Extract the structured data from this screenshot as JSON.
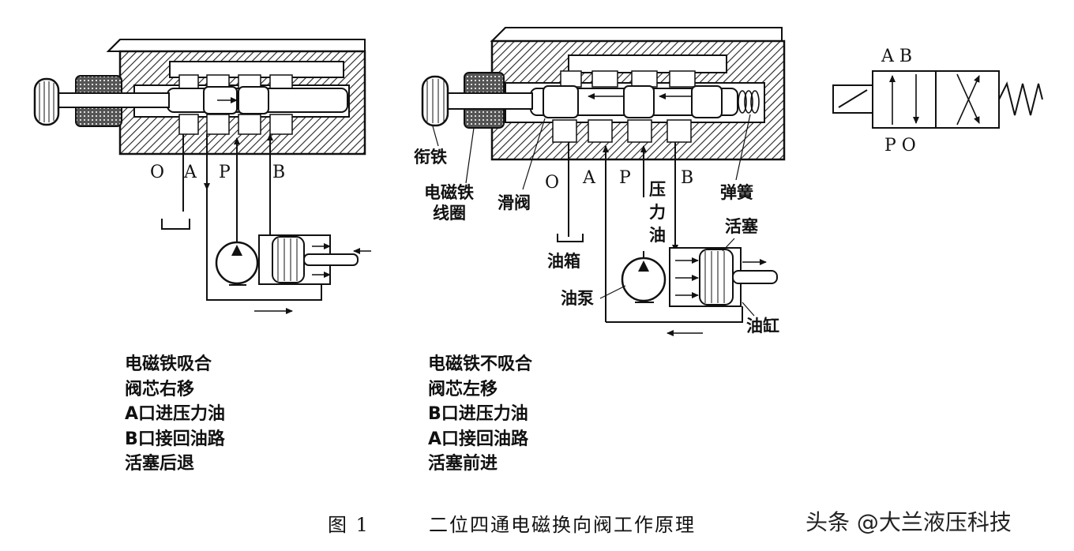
{
  "figure": {
    "number": "图 1",
    "title": "二位四通电磁换向阀工作原理"
  },
  "watermark": "头条 @大兰液压科技",
  "left_diagram": {
    "ports": {
      "o": "O",
      "a": "A",
      "p": "P",
      "b": "B"
    },
    "description": [
      "电磁铁吸合",
      "阀芯右移",
      "A口进压力油",
      "B口接回油路",
      "活塞后退"
    ]
  },
  "middle_diagram": {
    "ports": {
      "o": "O",
      "a": "A",
      "p": "P",
      "b": "B"
    },
    "labels": {
      "armature": "衔铁",
      "coil_line1": "电磁铁",
      "coil_line2": "线圈",
      "spool": "滑阀",
      "pressure_oil_1": "压",
      "pressure_oil_2": "力",
      "pressure_oil_3": "油",
      "spring": "弹簧",
      "piston": "活塞",
      "tank": "油箱",
      "pump": "油泵",
      "cylinder": "油缸"
    },
    "description": [
      "电磁铁不吸合",
      "阀芯左移",
      "B口进压力油",
      "A口接回油路",
      "活塞前进"
    ]
  },
  "symbol": {
    "top_labels": "A B",
    "bottom_labels": "P O"
  }
}
